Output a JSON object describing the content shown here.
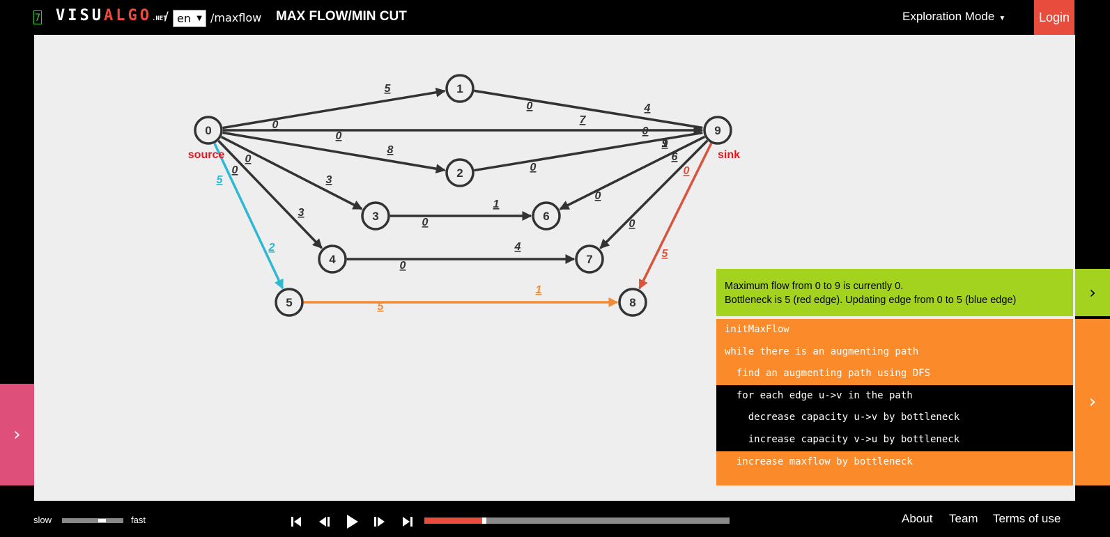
{
  "header": {
    "logo_number": "7",
    "logo_part1": "VISU",
    "logo_part2": "ALGO",
    "logo_net": ".NET",
    "slash": "/",
    "language": "en",
    "path": "/maxflow",
    "title": "MAX FLOW/MIN CUT",
    "mode": "Exploration Mode",
    "login": "Login"
  },
  "graph": {
    "source_label": "source",
    "sink_label": "sink",
    "colors": {
      "default": "#333333",
      "blue": "#2cb9d1",
      "red": "#d9533d",
      "orange": "#f28c34",
      "label_red": "#e3161d"
    },
    "nodes": [
      {
        "id": "0"
      },
      {
        "id": "1"
      },
      {
        "id": "2"
      },
      {
        "id": "3"
      },
      {
        "id": "4"
      },
      {
        "id": "5"
      },
      {
        "id": "6"
      },
      {
        "id": "7"
      },
      {
        "id": "8"
      },
      {
        "id": "9"
      }
    ],
    "edge_labels": [
      {
        "id": "e01-fwd",
        "text": "5"
      },
      {
        "id": "e01-rev",
        "text": "0"
      },
      {
        "id": "e19-fwd",
        "text": "4"
      },
      {
        "id": "e19-rev",
        "text": "0"
      },
      {
        "id": "e09-fwd",
        "text": "7"
      },
      {
        "id": "e09-rev",
        "text": "0"
      },
      {
        "id": "e02-fwd",
        "text": "8"
      },
      {
        "id": "e02-rev",
        "text": "0"
      },
      {
        "id": "e29-fwd",
        "text": "9"
      },
      {
        "id": "e29-rev",
        "text": "0"
      },
      {
        "id": "e03-fwd",
        "text": "3"
      },
      {
        "id": "e03-rev",
        "text": "0"
      },
      {
        "id": "e04-fwd",
        "text": "3"
      },
      {
        "id": "e04-rev",
        "text": "0"
      },
      {
        "id": "e05-fwd",
        "text": "2"
      },
      {
        "id": "e05-rev",
        "text": "5"
      },
      {
        "id": "e36-fwd",
        "text": "1"
      },
      {
        "id": "e36-rev",
        "text": "0"
      },
      {
        "id": "e47-fwd",
        "text": "4"
      },
      {
        "id": "e47-rev",
        "text": "0"
      },
      {
        "id": "e58-fwd",
        "text": "1"
      },
      {
        "id": "e58-rev",
        "text": "5"
      },
      {
        "id": "e69-fwd",
        "text": "1"
      },
      {
        "id": "e69-rev",
        "text": "0"
      },
      {
        "id": "e79-fwd",
        "text": "6"
      },
      {
        "id": "e79-rev",
        "text": "0"
      },
      {
        "id": "e89-fwd",
        "text": "0"
      },
      {
        "id": "e89-rev",
        "text": "5"
      }
    ]
  },
  "status": {
    "line1": "Maximum flow from 0 to 9 is currently 0.",
    "line2": "Bottleneck is 5 (red edge). Updating edge from 0 to 5 (blue edge)"
  },
  "code": [
    {
      "text": "initMaxFlow",
      "highlighted": false
    },
    {
      "text": "while there is an augmenting path",
      "highlighted": false
    },
    {
      "text": "  find an augmenting path using DFS",
      "highlighted": false
    },
    {
      "text": "  for each edge u->v in the path",
      "highlighted": true
    },
    {
      "text": "    decrease capacity u->v by bottleneck",
      "highlighted": true
    },
    {
      "text": "    increase capacity v->u by bottleneck",
      "highlighted": true
    },
    {
      "text": "  increase maxflow by bottleneck",
      "highlighted": false
    }
  ],
  "tabs": {
    "left_arrow": "›",
    "status_arrow": "›",
    "code_arrow": "›"
  },
  "footer": {
    "slow": "slow",
    "fast": "fast",
    "speed_level": 0.65,
    "progress": 0.19,
    "about": "About",
    "team": "Team",
    "terms": "Terms of use"
  },
  "icons": {
    "first": "skip-to-start-icon",
    "prev": "step-backward-icon",
    "play": "play-icon",
    "next": "step-forward-icon",
    "last": "skip-to-end-icon"
  }
}
